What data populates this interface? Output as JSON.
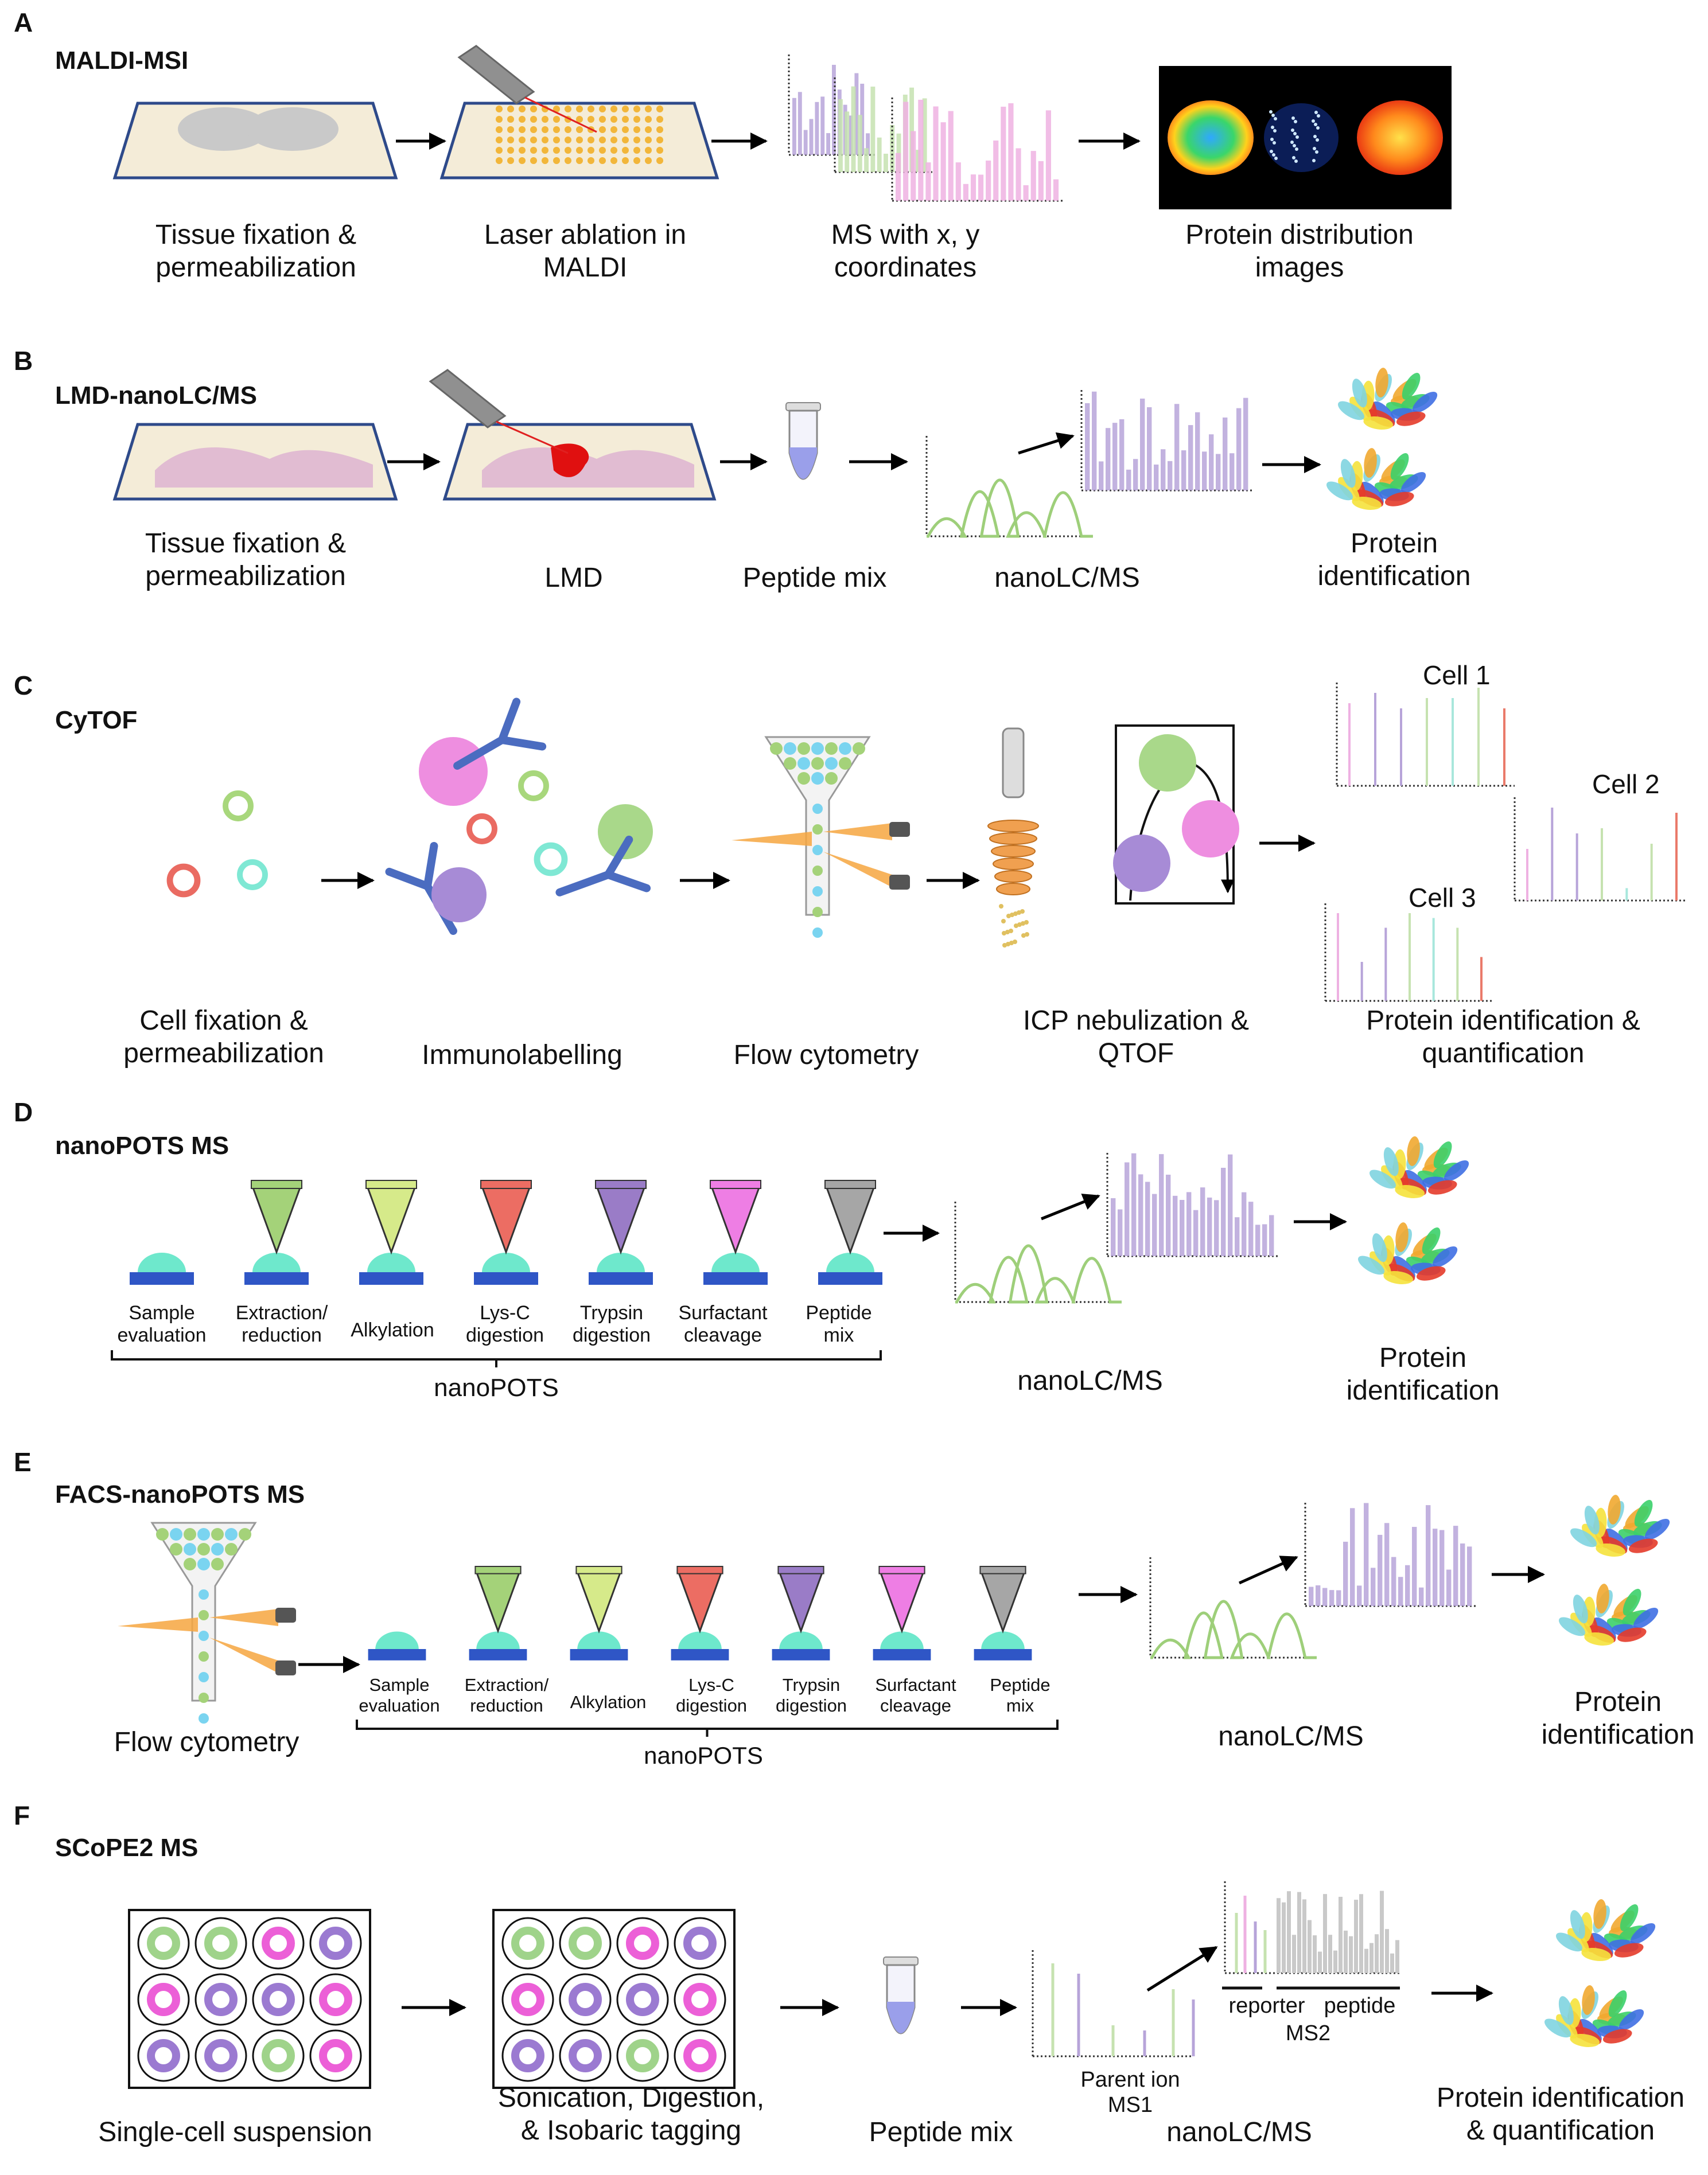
{
  "colors": {
    "arrow": "#000000",
    "slide_edge": "#2e4a8a",
    "slide_fill": "#f4ecd8",
    "laser": "#909090",
    "laser_beam": "#e02020",
    "lc_trace": "#9ecf7a",
    "ms_purple": "#b7a4d9",
    "ms_green": "#c6e2b0",
    "ms_pink": "#eeb1e2",
    "ms_gray": "#c9c9c9",
    "chip": "#2f56c6",
    "droplet": "#6ee8cc",
    "ring_red": "#ea6b62",
    "ring_green": "#a8d77c",
    "ring_teal": "#7fe8d4",
    "ball_pink": "#ee8ee0",
    "ball_green": "#a9d88a",
    "ball_purple": "#a78bd6",
    "antibody": "#4b6cc0",
    "tube": "#9a9fea",
    "well_purple": "#9b7ad1",
    "well_green": "#9fd38a",
    "well_pink": "#ec5fd7",
    "sorter_orange": "#f6a640",
    "tip_colors": [
      "#a4d279",
      "#d6ea8a",
      "#ec6d63",
      "#9a7cc7",
      "#ee7ee4",
      "#a6a6a6"
    ]
  },
  "panels": [
    {
      "letter": "A",
      "name": "MALDI-MSI",
      "steps": [
        "Tissue fixation &\npermeabilization",
        "Laser ablation in\nMALDI",
        "MS with x, y\ncoordinates",
        "Protein distribution\nimages"
      ]
    },
    {
      "letter": "B",
      "name": "LMD-nanoLC/MS",
      "steps": [
        "Tissue fixation &\npermeabilization",
        "LMD",
        "Peptide mix",
        "nanoLC/MS",
        "Protein\nidentification"
      ]
    },
    {
      "letter": "C",
      "name": "CyTOF",
      "steps": [
        "Cell fixation &\npermeabilization",
        "Immunolabelling",
        "Flow cytometry",
        "ICP nebulization &\nQTOF",
        "Protein identification &\nquantification"
      ],
      "cells": [
        "Cell 1",
        "Cell 2",
        "Cell 3"
      ]
    },
    {
      "letter": "D",
      "name": "nanoPOTS MS",
      "steps": [
        "Sample\nevaluation",
        "Extraction/\nreduction",
        "Alkylation",
        "Lys-C\ndigestion",
        "Trypsin\ndigestion",
        "Surfactant\ncleavage",
        "Peptide\nmix"
      ],
      "bracket": "nanoPOTS",
      "ms": "nanoLC/MS",
      "result": "Protein\nidentification"
    },
    {
      "letter": "E",
      "name": "FACS-nanoPOTS MS",
      "first": "Flow cytometry",
      "steps": [
        "Sample\nevaluation",
        "Extraction/\nreduction",
        "Alkylation",
        "Lys-C\ndigestion",
        "Trypsin\ndigestion",
        "Surfactant\ncleavage",
        "Peptide\nmix"
      ],
      "bracket": "nanoPOTS",
      "ms": "nanoLC/MS",
      "result": "Protein\nidentification"
    },
    {
      "letter": "F",
      "name": "SCoPE2 MS",
      "steps": [
        "Single-cell suspension",
        "Sonication, Digestion,\n& Isobaric tagging",
        "Peptide mix",
        "nanoLC/MS",
        "Protein identification\n& quantification"
      ],
      "ms1": "Parent ion\nMS1",
      "ms2_labels": [
        "reporter",
        "peptide"
      ],
      "ms2": "MS2"
    }
  ]
}
